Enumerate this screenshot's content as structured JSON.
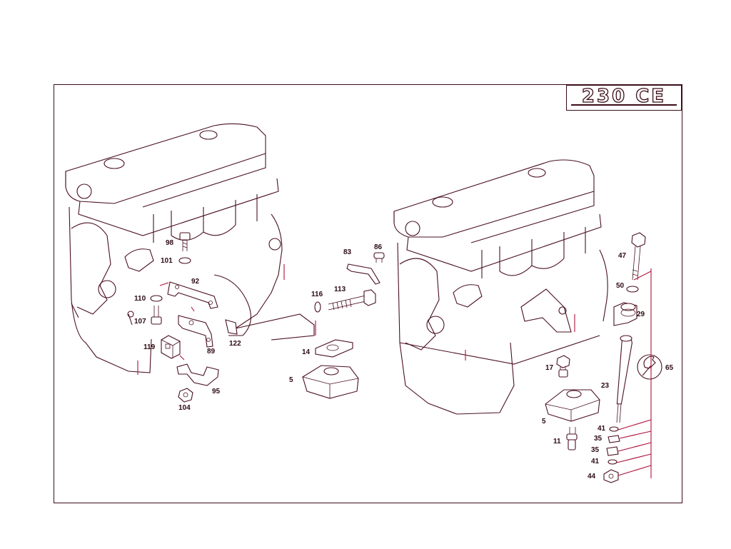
{
  "model_badge": "230 CE",
  "labels": [
    "98",
    "101",
    "92",
    "110",
    "107",
    "119",
    "89",
    "122",
    "95",
    "104",
    "83",
    "86",
    "116",
    "113",
    "14",
    "5",
    "47",
    "50",
    "29",
    "65",
    "17",
    "23",
    "5",
    "41",
    "35",
    "11",
    "35",
    "41",
    "44"
  ],
  "icons": {
    "service_tool": "wrench-icon"
  }
}
